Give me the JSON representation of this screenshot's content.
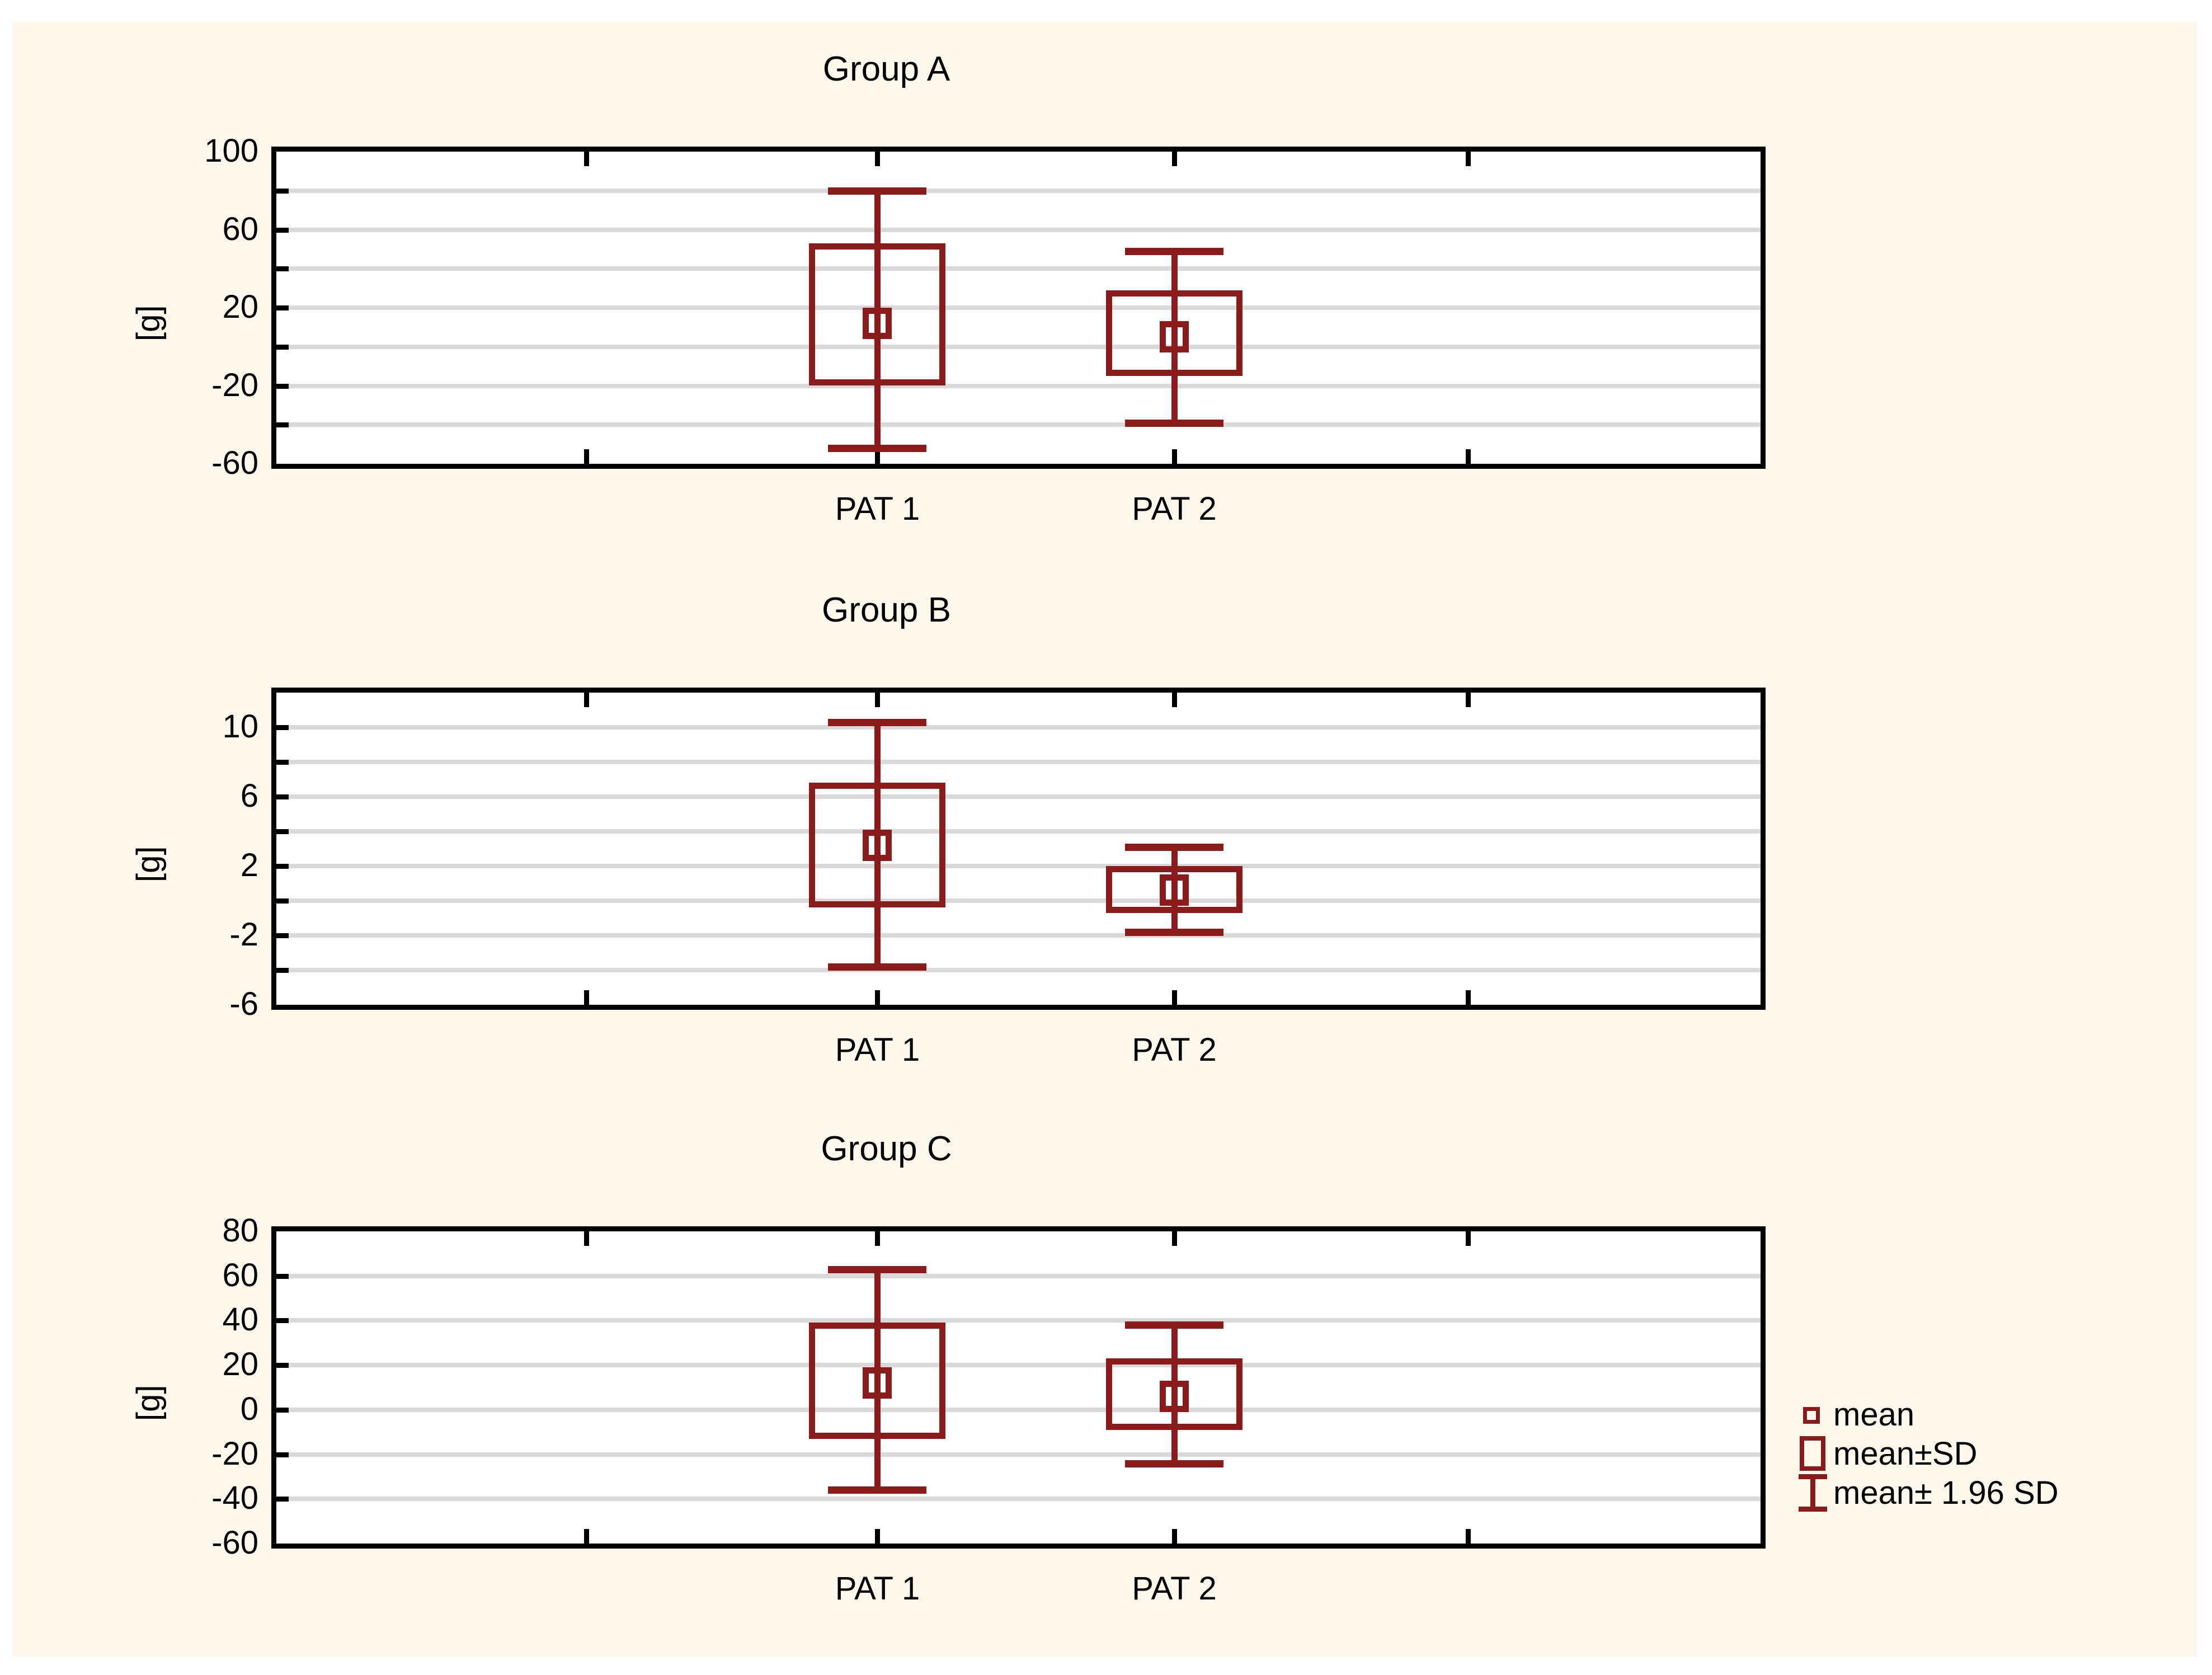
{
  "figure": {
    "background_color": "#fdf8ec",
    "plot_background_color": "#ffffff",
    "accent_color": "#8b1a1a",
    "gridline_color": "#d9d9d9",
    "axis_color": "#000000"
  },
  "legend": {
    "items": [
      {
        "key": "mean-marker-icon",
        "label": "mean"
      },
      {
        "key": "sd-box-icon",
        "label": "mean±SD"
      },
      {
        "key": "ci-whisker-icon",
        "label": "mean± 1.96 SD"
      }
    ]
  },
  "chart_data": [
    {
      "type": "box",
      "title": "Group A",
      "xlabel": "",
      "ylabel": "[g]",
      "ylim": [
        -60,
        100
      ],
      "yticks": [
        100,
        60,
        20,
        -20,
        -60
      ],
      "ygrid": [
        80,
        60,
        40,
        20,
        0,
        -20,
        -40
      ],
      "grid": true,
      "categories": [
        "PAT 1",
        "PAT 2"
      ],
      "series": [
        {
          "name": "PAT 1",
          "mean": 12,
          "sd_low": -20,
          "sd_high": 53,
          "ci_low": -52,
          "ci_high": 80
        },
        {
          "name": "PAT 2",
          "mean": 5,
          "sd_low": -15,
          "sd_high": 29,
          "ci_low": -39,
          "ci_high": 49
        }
      ]
    },
    {
      "type": "box",
      "title": "Group B",
      "xlabel": "",
      "ylabel": "[g]",
      "ylim": [
        -6,
        12
      ],
      "yticks": [
        10,
        6,
        2,
        -2,
        -6
      ],
      "ygrid": [
        10,
        8,
        6,
        4,
        2,
        0,
        -2,
        -4
      ],
      "grid": true,
      "categories": [
        "PAT 1",
        "PAT 2"
      ],
      "series": [
        {
          "name": "PAT 1",
          "mean": 3.2,
          "sd_low": -0.4,
          "sd_high": 6.8,
          "ci_low": -3.8,
          "ci_high": 10.3
        },
        {
          "name": "PAT 2",
          "mean": 0.6,
          "sd_low": -0.7,
          "sd_high": 2.0,
          "ci_low": -1.8,
          "ci_high": 3.1
        }
      ]
    },
    {
      "type": "box",
      "title": "Group C",
      "xlabel": "",
      "ylabel": "[g]",
      "ylim": [
        -60,
        80
      ],
      "yticks": [
        80,
        60,
        40,
        20,
        0,
        -20,
        -40,
        -60
      ],
      "ygrid": [
        60,
        40,
        20,
        0,
        -20,
        -40
      ],
      "grid": true,
      "categories": [
        "PAT 1",
        "PAT 2"
      ],
      "series": [
        {
          "name": "PAT 1",
          "mean": 12,
          "sd_low": -13,
          "sd_high": 39,
          "ci_low": -36,
          "ci_high": 63
        },
        {
          "name": "PAT 2",
          "mean": 6,
          "sd_low": -9,
          "sd_high": 23,
          "ci_low": -24,
          "ci_high": 38
        }
      ]
    }
  ]
}
